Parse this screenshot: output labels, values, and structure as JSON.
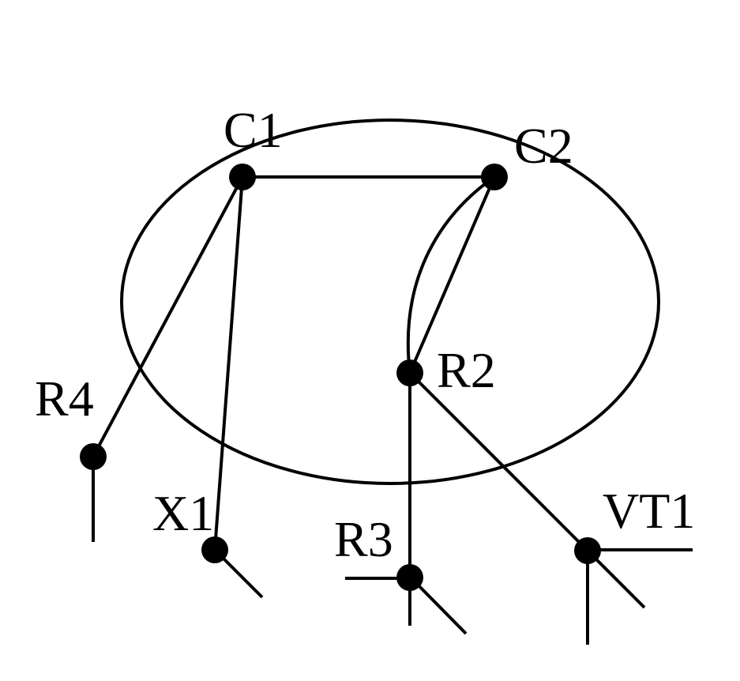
{
  "diagram": {
    "nodes": {
      "c1": "C1",
      "c2": "C2",
      "r2": "R2",
      "r3": "R3",
      "r4": "R4",
      "x1": "X1",
      "vt1": "VT1"
    },
    "colors": {
      "stroke": "#000000",
      "background": "#ffffff"
    }
  }
}
